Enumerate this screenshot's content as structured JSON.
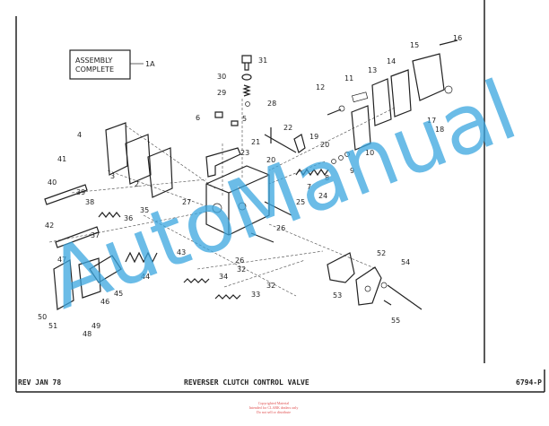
{
  "assembly_box": {
    "line1": "ASSEMBLY",
    "line2": "COMPLETE",
    "ref": "1A"
  },
  "footer": {
    "revision": "REV JAN 78",
    "title": "REVERSER CLUTCH CONTROL VALVE",
    "page_code": "6794-P"
  },
  "watermark": "AutoManual",
  "copyright": {
    "line1": "Copyrighted Material",
    "line2": "Intended for CLARK dealers only",
    "line3": "Do not sell or distribute"
  },
  "labels": [
    "31",
    "30",
    "29",
    "28",
    "6",
    "5",
    "4",
    "22",
    "21",
    "19",
    "20",
    "23",
    "3",
    "2",
    "41",
    "40",
    "39",
    "27",
    "38",
    "35",
    "36",
    "42",
    "37",
    "26",
    "16",
    "15",
    "14",
    "13",
    "11",
    "12",
    "17",
    "18",
    "10",
    "9",
    "8",
    "7",
    "24",
    "25",
    "20",
    "43",
    "26",
    "47",
    "32",
    "34",
    "44",
    "45",
    "32",
    "46",
    "33",
    "50",
    "49",
    "51",
    "48",
    "52",
    "54",
    "53",
    "55"
  ],
  "colors": {
    "watermark": "#3aa6e0",
    "copyright": "#e05050"
  }
}
